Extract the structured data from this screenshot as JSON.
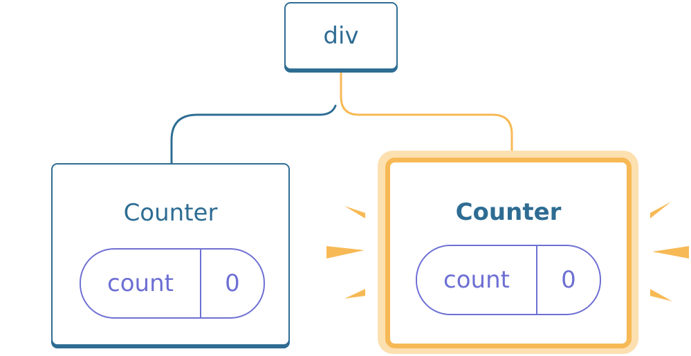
{
  "root": {
    "label": "div"
  },
  "children": [
    {
      "component": "Counter",
      "state": {
        "name": "count",
        "value": "0"
      },
      "highlighted": false
    },
    {
      "component": "Counter",
      "state": {
        "name": "count",
        "value": "0"
      },
      "highlighted": true
    }
  ],
  "colors": {
    "node_border": "#2e6c93",
    "state_border": "#6d6fd3",
    "highlight": "#f7b955",
    "highlight_glow": "#fce0b0"
  }
}
